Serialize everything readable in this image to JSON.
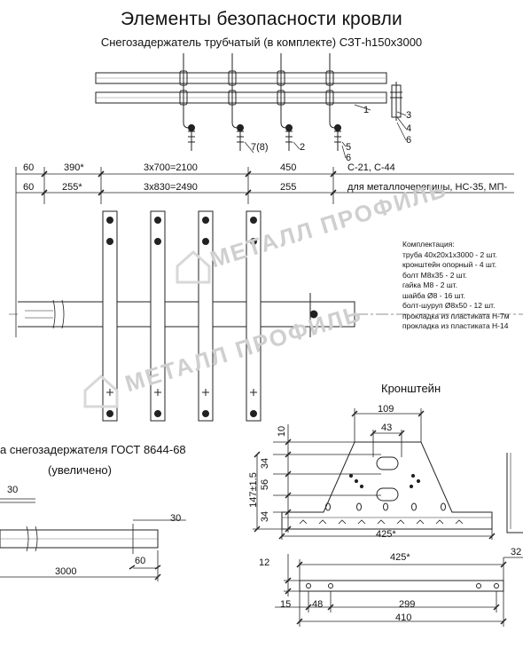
{
  "header": {
    "title": "Элементы безопасности кровли",
    "subtitle": "Снегозадержатель трубчатый (в комплекте) СЗТ-h150х3000"
  },
  "callouts": {
    "c1": "1",
    "c2": "2",
    "c3": "3",
    "c4": "4",
    "c5": "5",
    "c6": "6",
    "c7": "7(8)"
  },
  "dims_row1": {
    "d60": "60",
    "d390": "390*",
    "d2100": "3х700=2100",
    "d450": "450",
    "label": "С-21, С-44"
  },
  "dims_row2": {
    "d60": "60",
    "d255a": "255*",
    "d2490": "3х830=2490",
    "d255b": "255",
    "label": "для металлочерепицы, НС-35, МП-"
  },
  "kit": {
    "heading": "Комплектация:",
    "items": [
      "труба 40х20х1х3000 - 2 шт.",
      "кронштейн опорный - 4 шт.",
      "болт М8х35 - 2 шт.",
      "гайка М8 - 2 шт.",
      "шайба Ø8 - 16 шт.",
      "болт-шуруп Ø8х50 - 12 шт.",
      "прокладка из пластиката Н-7м",
      "прокладка из пластиката Н-14"
    ]
  },
  "watermark": {
    "text": "МЕТАЛЛ ПРОФИЛЬ"
  },
  "pipe_section": {
    "title_line1": "а снегозадержателя ГОСТ 8644-68",
    "title_line2": "(увеличено)",
    "d30a": "30",
    "d30b": "30",
    "d3000": "3000",
    "d60": "60"
  },
  "bracket": {
    "title": "Кронштейн",
    "d109": "109",
    "d43": "43",
    "d10": "10",
    "d34a": "34",
    "d56": "56",
    "d147": "147±1.5",
    "d34b": "34",
    "d425a": "425*",
    "d12": "12",
    "d425b": "425*",
    "d32": "32",
    "d15": "15",
    "d48": "48",
    "d299": "299",
    "d410": "410"
  }
}
